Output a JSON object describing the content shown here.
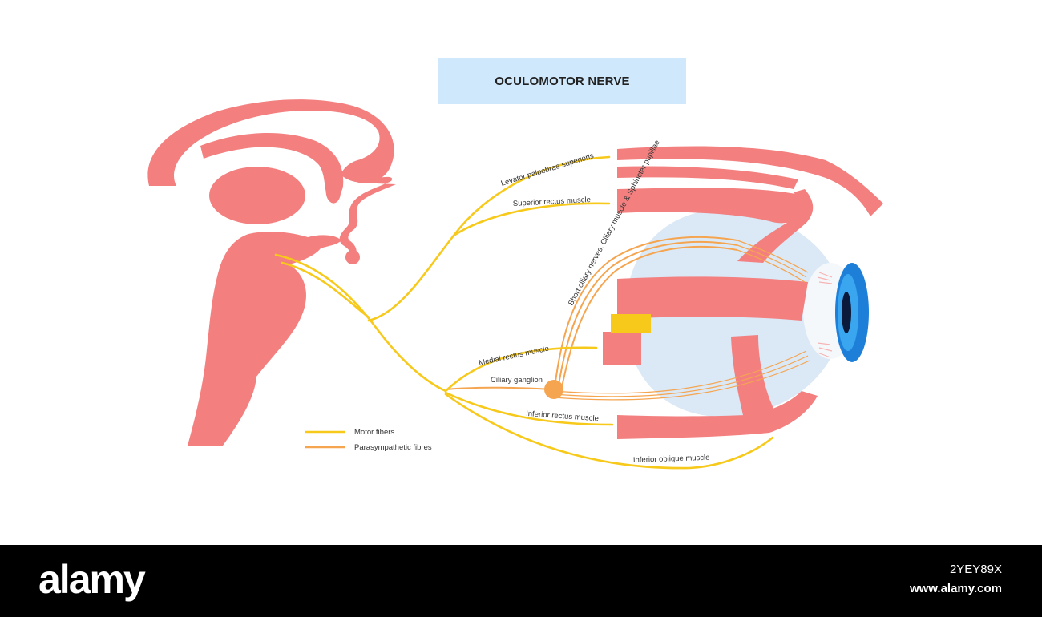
{
  "title": "OCULOMOTOR NERVE",
  "labels": {
    "levator": "Levator palpebrae superioris",
    "superior_rectus": "Superior rectus muscle",
    "short_ciliary": "Short ciliary nerves: Ciliary muscle & Sphincter pupillae",
    "medial_rectus": "Medial rectus muscle",
    "ciliary_ganglion": "Ciliary ganglion",
    "inferior_rectus": "Inferior rectus muscle",
    "inferior_oblique": "Inferior oblique muscle"
  },
  "legend": {
    "motor": "Motor fibers",
    "parasympathetic": "Parasympathetic fibres"
  },
  "footer": {
    "logo": "alamy",
    "image_id": "2YEY89X",
    "url": "www.alamy.com"
  },
  "colors": {
    "motor": "#f7c91b",
    "parasympathetic": "#f5a550",
    "muscle": "#f37f7f",
    "eyeball": "#dbe8f5",
    "iris": "#1e7fd8",
    "title_bg": "#cfe8fb"
  }
}
